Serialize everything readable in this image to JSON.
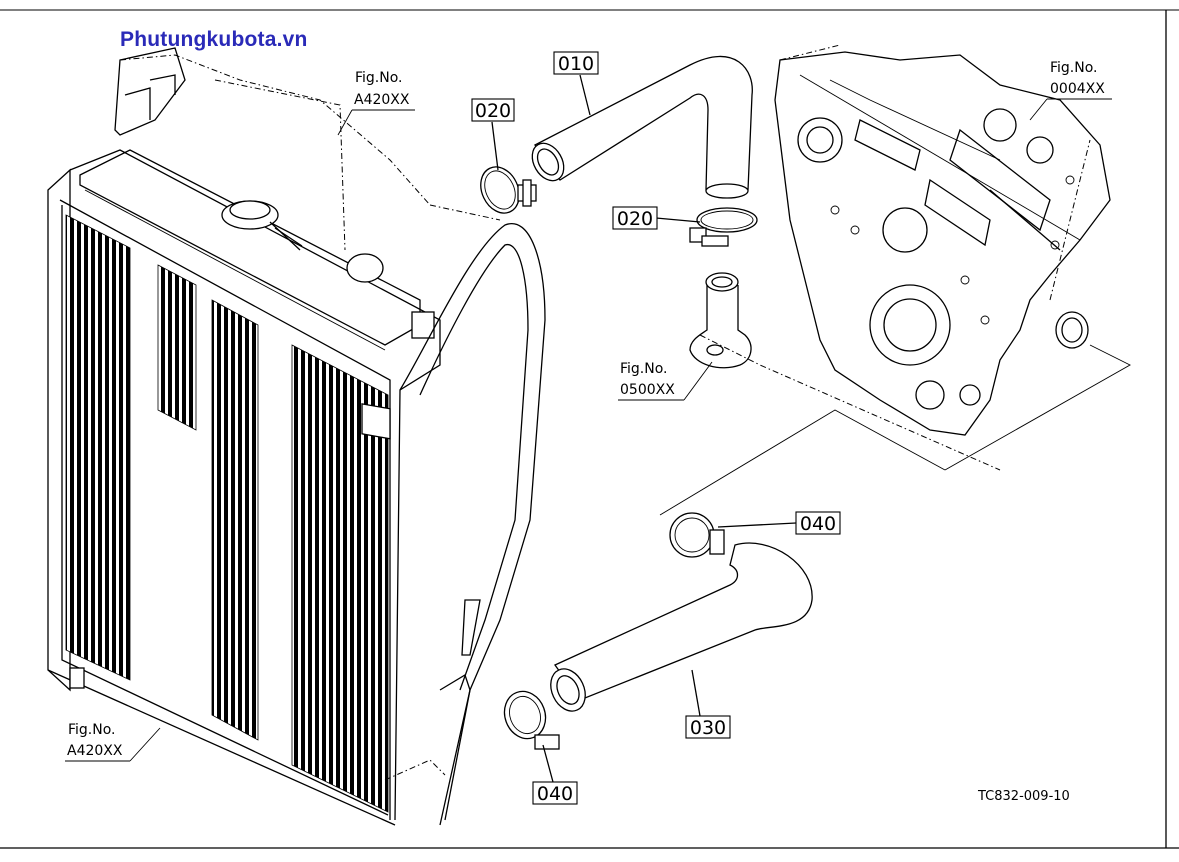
{
  "watermark": "Phutungkubota.vn",
  "diagram_code": "TC832-009-10",
  "part_labels": {
    "hose_upper": "010",
    "clamp_upper_left": "020",
    "clamp_upper_right": "020",
    "hose_lower": "030",
    "clamp_lower_right": "040",
    "clamp_lower_left": "040"
  },
  "fig_refs": {
    "radiator_top": {
      "title": "Fig.No.",
      "code": "A420XX"
    },
    "radiator_bottom": {
      "title": "Fig.No.",
      "code": "A420XX"
    },
    "engine": {
      "title": "Fig.No.",
      "code": "0004XX"
    },
    "thermostat": {
      "title": "Fig.No.",
      "code": "0500XX"
    }
  },
  "colors": {
    "watermark": "#2a2ab8",
    "line": "#000000",
    "background": "#ffffff"
  }
}
